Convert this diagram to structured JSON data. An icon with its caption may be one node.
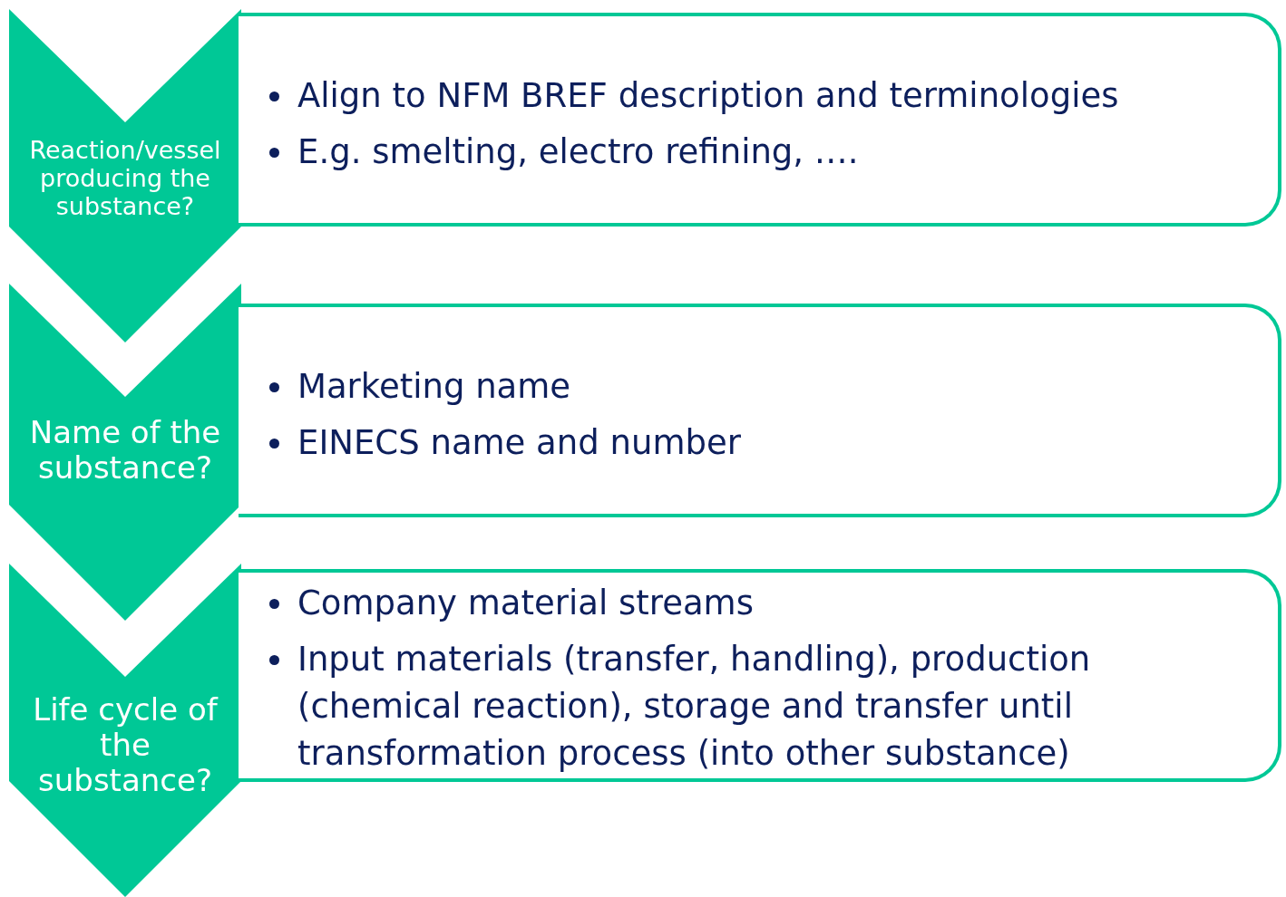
{
  "diagram": {
    "nodes": [
      {
        "text": [
          "Reaction/vessel producing the substance?"
        ]
      },
      {
        "text": [
          "Align to NFM BREF description and terminologies",
          "E.g. smelting, electro refining, …."
        ]
      },
      {
        "text": [
          "Name of the substance?"
        ]
      },
      {
        "text": [
          "Marketing name",
          "EINECS name and number"
        ]
      },
      {
        "text": [
          "Life cycle of the substance?"
        ]
      },
      {
        "text": [
          "Company material streams",
          "Input materials (transfer, handling), production (chemical reaction), storage and transfer until transformation process (into other substance)"
        ]
      }
    ]
  }
}
